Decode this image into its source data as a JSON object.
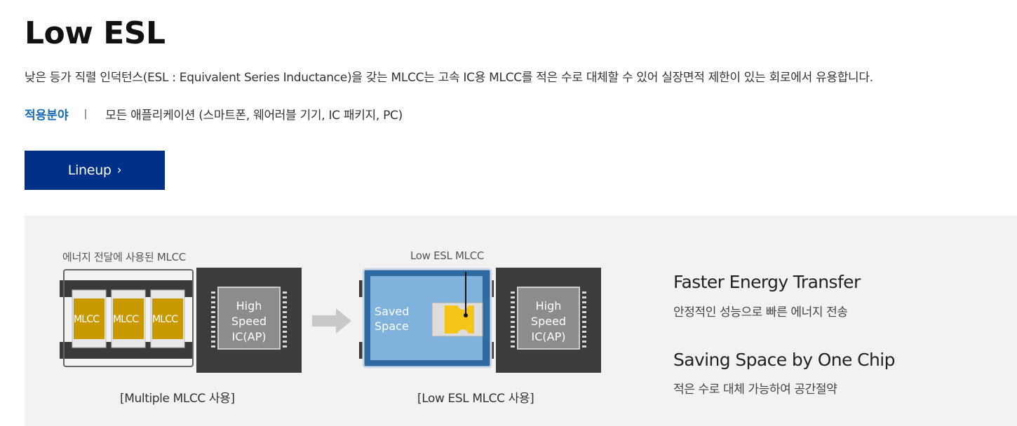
{
  "page": {
    "title": "Low ESL",
    "description": "낮은 등가 직렬 인덕턴스(ESL : Equivalent Series Inductance)을 갖는 MLCC는 고속 IC용 MLCC를 적은 수로 대체할 수 있어 실장면적 제한이 있는 회로에서 유용합니다.",
    "application_label": "적용분야",
    "application_separator": "|",
    "application_value": "모든 애플리케이션 (스마트폰, 웨어러블 기기, IC 패키지, PC)",
    "lineup_button": "Lineup",
    "lineup_chevron": "›"
  },
  "diagram": {
    "left_top_label": "에너지 전달에 사용된 MLCC",
    "mlcc_chip_label": "MLCC",
    "ic_line1": "High",
    "ic_line2": "Speed",
    "ic_line3": "IC(AP)",
    "left_caption": "[Multiple MLCC 사용]",
    "right_top_label": "Low ESL MLCC",
    "saved_line1": "Saved",
    "saved_line2": "Space",
    "right_caption": "[Low ESL MLCC 사용]",
    "colors": {
      "mlcc_gold": "#c99a00",
      "low_esl_yellow": "#f5c518",
      "saved_blue": "#7fb2dd",
      "board_blue": "#2f6aa3",
      "ic_dark": "#3c3c3c",
      "arrow_gray": "#c8c8c8"
    }
  },
  "features": [
    {
      "heading": "Faster Energy Transfer",
      "sub": "안정적인 성능으로 빠른 에너지 전송"
    },
    {
      "heading": "Saving Space by One Chip",
      "sub": "적은 수로 대체 가능하여 공간절약"
    }
  ]
}
